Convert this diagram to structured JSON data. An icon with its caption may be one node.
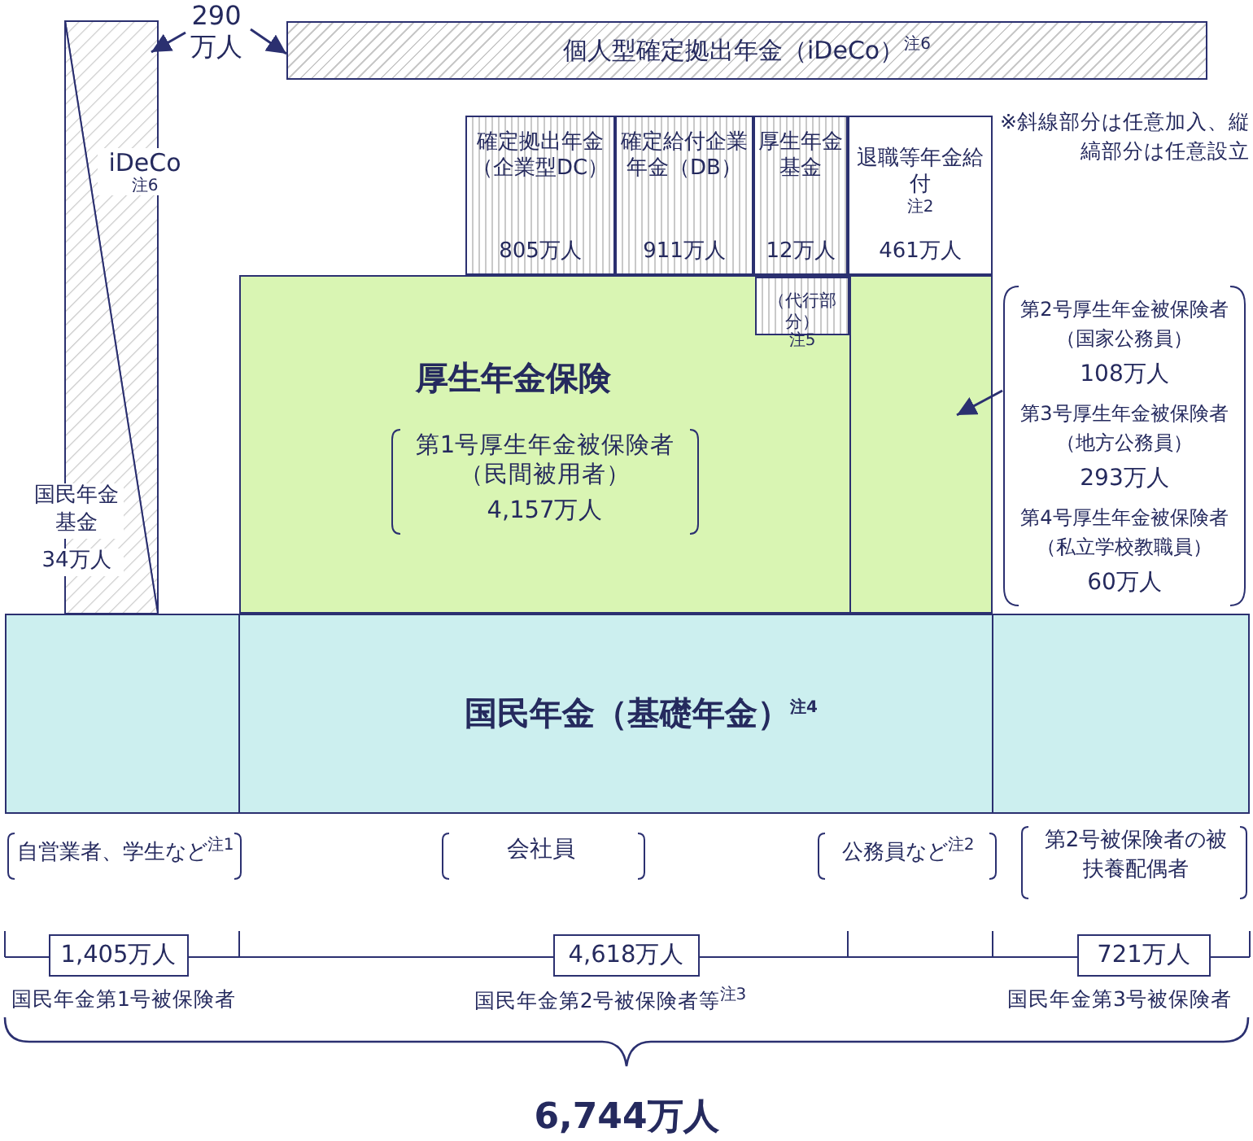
{
  "diagram": {
    "nodes": [
      {
        "text": [
          "290万人"
        ]
      },
      {
        "text": [
          "iDeCo$^{注6}$"
        ]
      },
      {
        "text": [
          "個人型確定拠出年金（iDeCo）$^{注6}$"
        ]
      },
      {
        "text": [
          "確定拠出年金（企業型DC）",
          "805万人"
        ]
      },
      {
        "text": [
          "確定給付企業年金（DB）",
          "911万人"
        ]
      },
      {
        "text": [
          "厚生年金基金",
          "12万人"
        ]
      },
      {
        "text": [
          "退職等年金給付$^{注2}$",
          "461万人"
        ]
      },
      {
        "text": [
          "厚生年金保険",
          "第1号厚生年金被保険者（民間被用者）",
          "4,157万人"
        ]
      },
      {
        "text": [
          "（代行部分）$^{注5}$"
        ],
        "in": 7
      },
      {
        "text": [],
        "shape": "box",
        "in": 7
      },
      {
        "text": [
          "第2号厚生年金被保険者（国家公務員）",
          "108万人",
          "第3号厚生年金被保険者（地方公務員）",
          "293万人",
          "第4号厚生年金被保険者（私立学校教職員）",
          "60万人"
        ]
      },
      {
        "text": [
          "国民年金（基礎年金）$^{注4}$"
        ]
      },
      {
        "text": [
          "国民年金基金",
          "34万人"
        ]
      }
    ],
    "edges": [
      {
        "from": 0,
        "to": 1,
        "arrow": "to"
      },
      {
        "from": 0,
        "to": 2,
        "arrow": "to"
      },
      {
        "from": 10,
        "to": 9,
        "arrow": "to"
      }
    ],
    "labels": [
      "※斜線部分は任意加入、縦縞部分は任意設立",
      "自営業者、学生など$^{注1}$",
      "会社員",
      "公務員など$^{注2}$",
      "第2号被保険者の被扶養配偶者",
      "1,405万人",
      "4,618万人",
      "721万人",
      "国民年金第1号被保険者",
      "国民年金第2号被保険者等$^{注3}$",
      "国民年金第3号被保険者",
      "6,744万人"
    ]
  }
}
